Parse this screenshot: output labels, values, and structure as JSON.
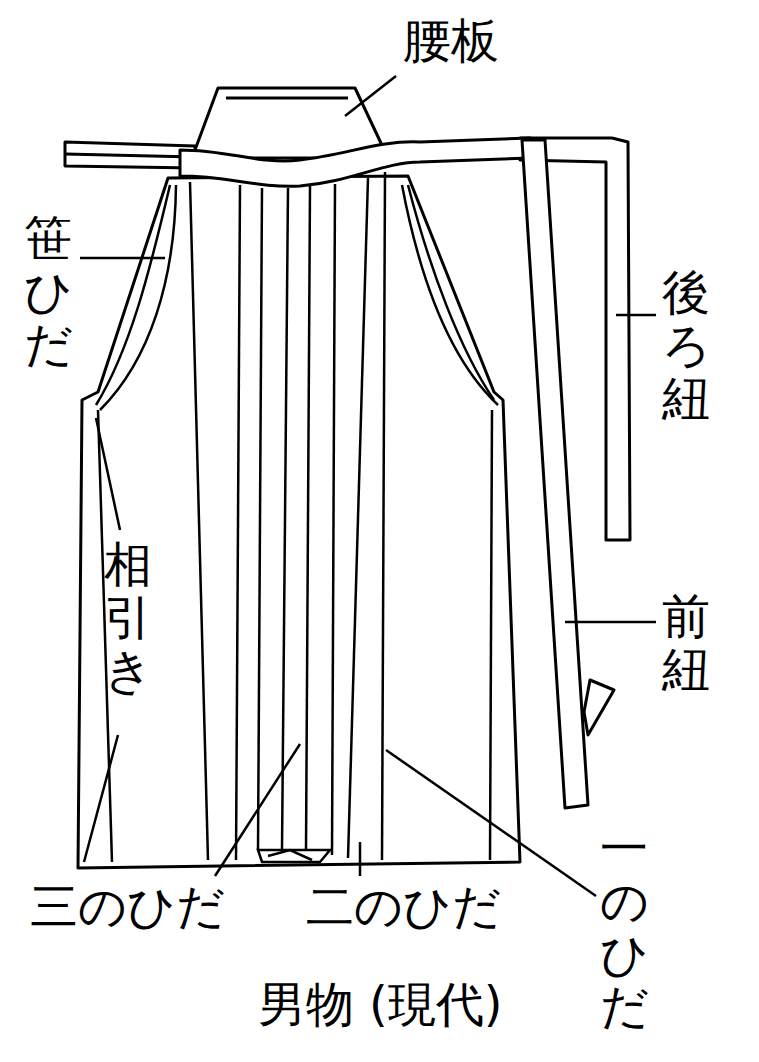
{
  "diagram": {
    "caption": "男物 (現代)",
    "labels": [
      "腰板",
      "笹ひだ",
      "後ろ紐",
      "相引き",
      "前紐",
      "三のひだ",
      "二のひだ",
      "一のひだ"
    ]
  }
}
